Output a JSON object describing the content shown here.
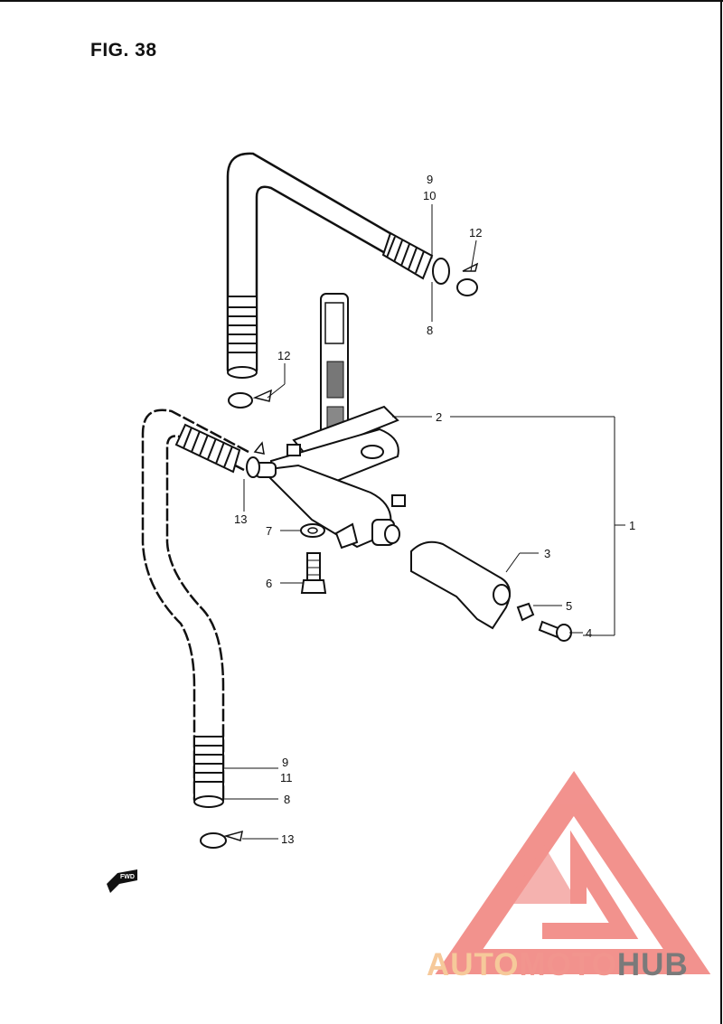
{
  "figure": {
    "title": "FIG. 38"
  },
  "labels": {
    "top_hose_9": "9",
    "top_hose_10": "10",
    "top_hose_8": "8",
    "top_clip_12_right": "12",
    "top_clip_12_left": "12",
    "assembly_2": "2",
    "assembly_1": "1",
    "clip_13_upper": "13",
    "washer_7": "7",
    "screw_6": "6",
    "lever_3": "3",
    "washer_5": "5",
    "screw_4": "4",
    "bottom_hose_9": "9",
    "bottom_hose_11": "11",
    "bottom_hose_8": "8",
    "clip_13_lower": "13"
  },
  "fwd_arrow": {
    "text": "FWD"
  },
  "watermark": {
    "brand_parts": [
      "AUTO",
      "MOTO",
      "HUB"
    ],
    "colors": {
      "auto": "#f6c99a",
      "moto": "#f2958e",
      "hub": "#7a7a7a",
      "logo": "#f07f7a"
    }
  }
}
